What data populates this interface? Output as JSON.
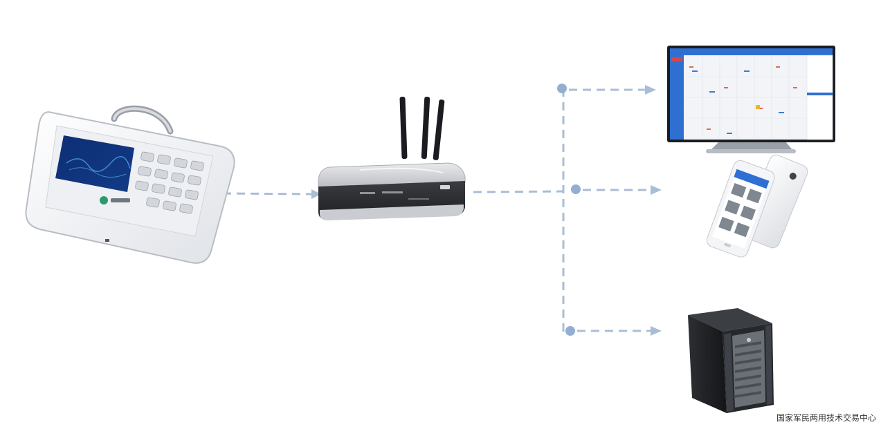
{
  "colors": {
    "connector": "#a9bdd6",
    "dot": "#93aed0",
    "device_white": "#f4f5f7",
    "screen_blue": "#0f2d6b",
    "router_dark": "#2a2c30",
    "server_dark": "#1f2124",
    "tv_blue": "#2f6fd2"
  },
  "devices": [
    {
      "name": "terminal",
      "icon": "weighing-terminal-icon"
    },
    {
      "name": "router",
      "icon": "wireless-router-icon"
    },
    {
      "name": "monitor",
      "icon": "monitor-icon"
    },
    {
      "name": "phones",
      "icon": "smartphone-icon"
    },
    {
      "name": "server",
      "icon": "tower-server-icon"
    }
  ],
  "watermark": "国家军民两用技术交易中心"
}
